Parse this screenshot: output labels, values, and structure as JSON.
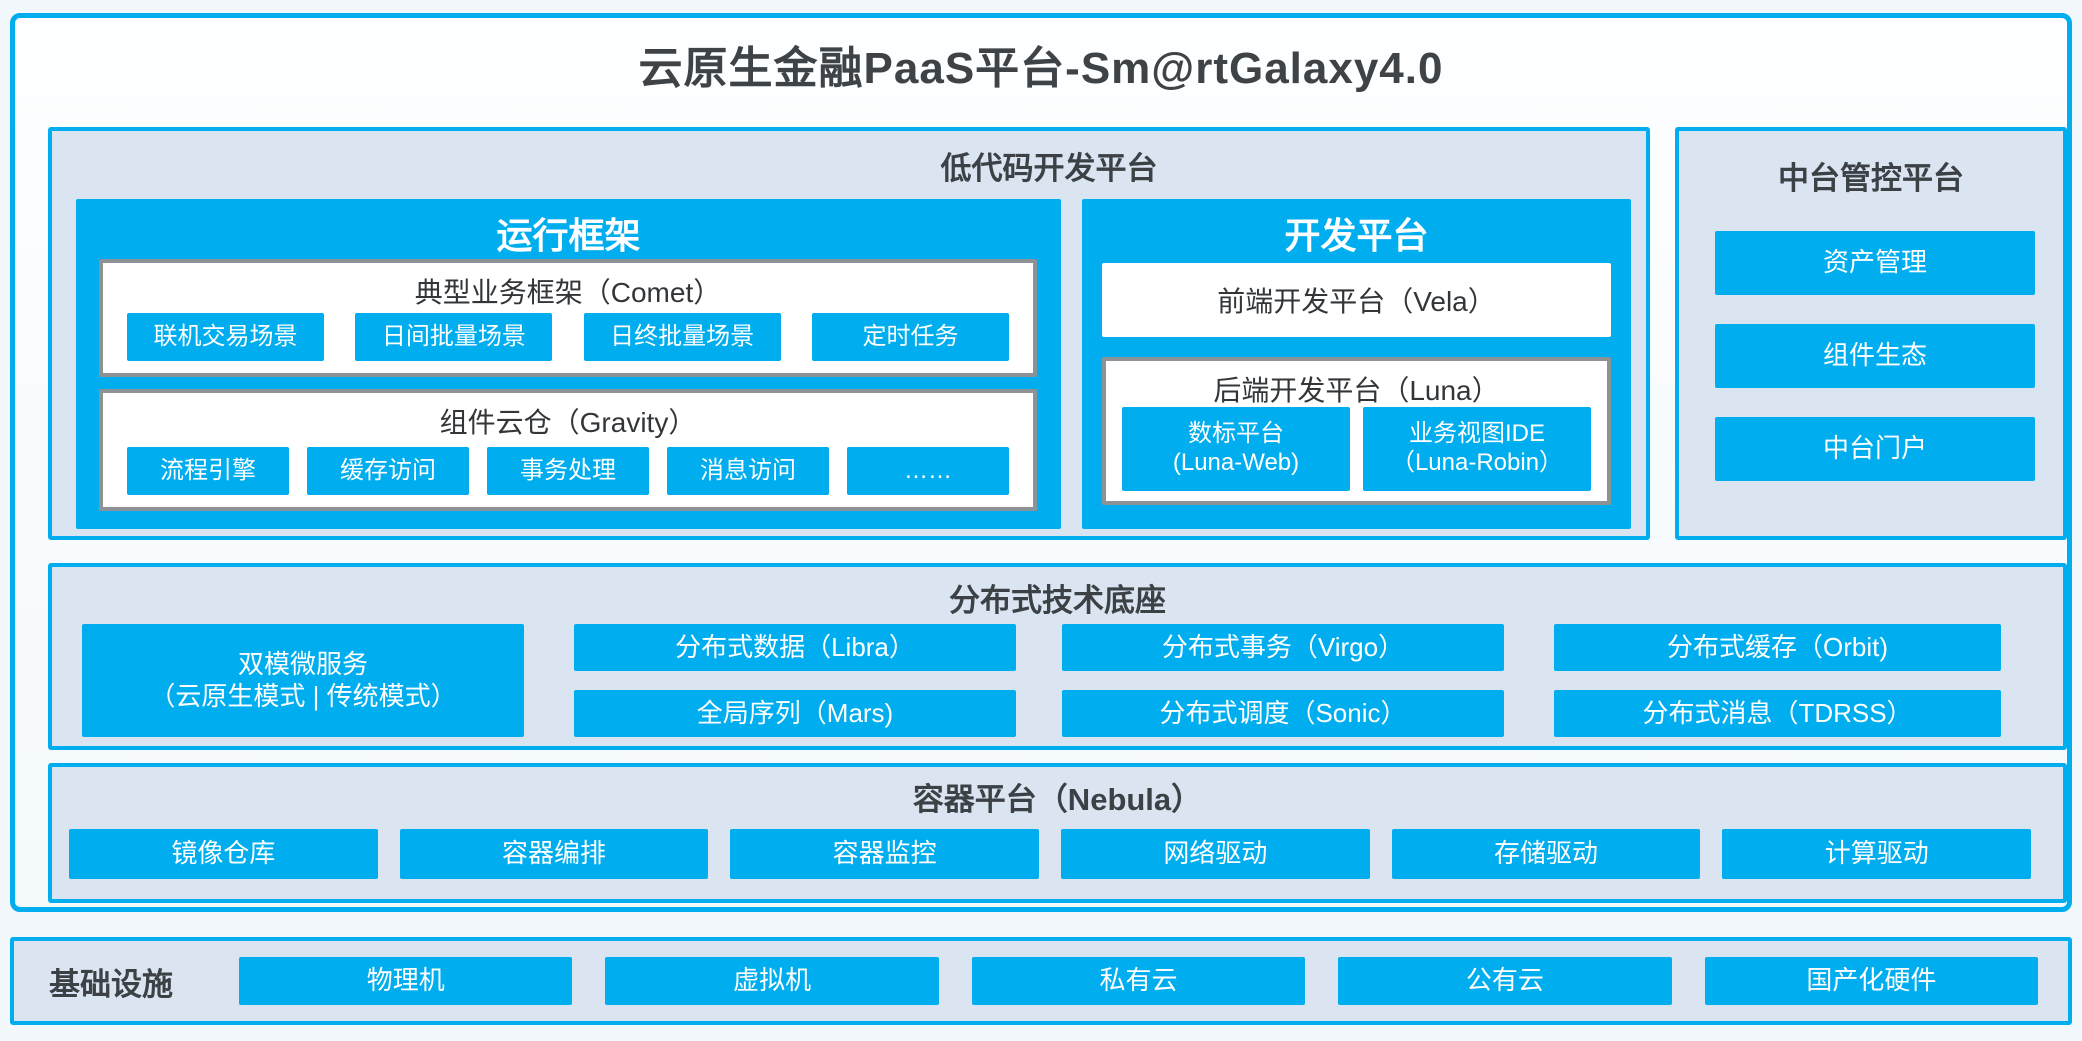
{
  "title": "云原生金融PaaS平台-Sm@rtGalaxy4.0",
  "colors": {
    "accent": "#00AEEF",
    "panel_bg": "#DAE5F1",
    "dark_text": "#3C4146",
    "gray_border": "#8D9297"
  },
  "lowcode": {
    "title": "低代码开发平台",
    "runtime": {
      "title": "运行框架",
      "comet": {
        "title": "典型业务框架（Comet）",
        "items": [
          "联机交易场景",
          "日间批量场景",
          "日终批量场景",
          "定时任务"
        ]
      },
      "gravity": {
        "title": "组件云仓（Gravity）",
        "items": [
          "流程引擎",
          "缓存访问",
          "事务处理",
          "消息访问",
          "……"
        ]
      }
    },
    "dev": {
      "title": "开发平台",
      "vela": "前端开发平台（Vela）",
      "luna": {
        "title": "后端开发平台（Luna）",
        "items": [
          {
            "line1": "数标平台",
            "line2": "(Luna-Web)"
          },
          {
            "line1": "业务视图IDE",
            "line2": "（Luna-Robin）"
          }
        ]
      }
    }
  },
  "midplatform": {
    "title": "中台管控平台",
    "items": [
      "资产管理",
      "组件生态",
      "中台门户"
    ]
  },
  "distributed": {
    "title": "分布式技术底座",
    "dual": {
      "line1": "双模微服务",
      "line2": "（云原生模式 | 传统模式）"
    },
    "columns": [
      [
        "分布式数据（Libra）",
        "全局序列（Mars)"
      ],
      [
        "分布式事务（Virgo）",
        "分布式调度（Sonic）"
      ],
      [
        "分布式缓存（Orbit)",
        "分布式消息（TDRSS）"
      ]
    ]
  },
  "container": {
    "title": "容器平台（Nebula）",
    "items": [
      "镜像仓库",
      "容器编排",
      "容器监控",
      "网络驱动",
      "存储驱动",
      "计算驱动"
    ]
  },
  "infrastructure": {
    "title": "基础设施",
    "items": [
      "物理机",
      "虚拟机",
      "私有云",
      "公有云",
      "国产化硬件"
    ]
  }
}
